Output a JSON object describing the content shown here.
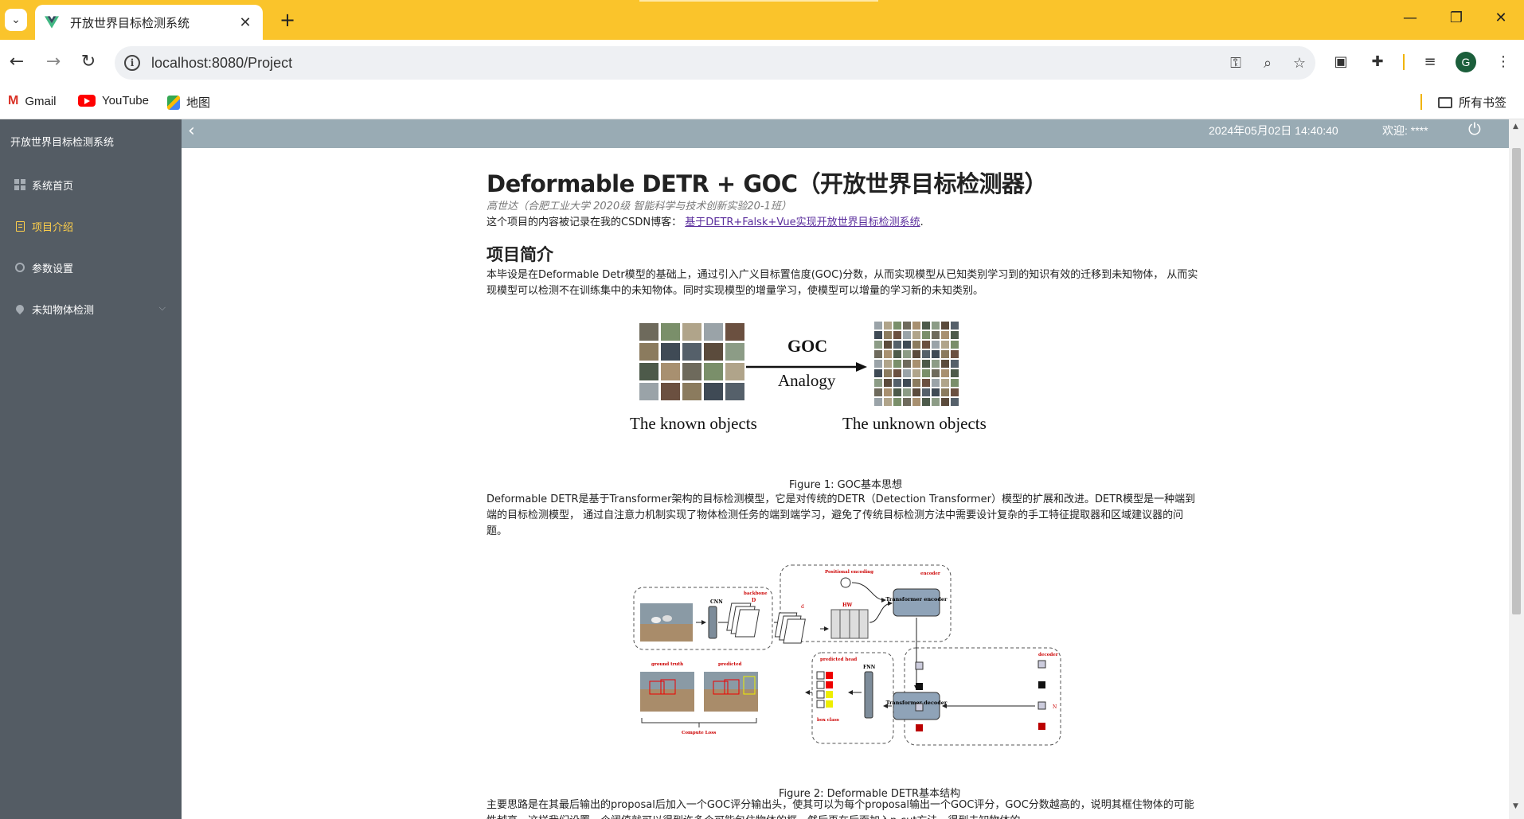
{
  "browser": {
    "tab_title": "开放世界目标检测系统",
    "url": "localhost:8080/Project",
    "avatar_letter": "G",
    "bookmarks": [
      {
        "label": "Gmail",
        "icon": "gmail-icon"
      },
      {
        "label": "YouTube",
        "icon": "youtube-icon"
      },
      {
        "label": "地图",
        "icon": "maps-icon"
      }
    ],
    "all_bookmarks_label": "所有书签"
  },
  "sidebar": {
    "brand": "开放世界目标检测系统",
    "items": [
      {
        "label": "系统首页",
        "icon": "grid-icon",
        "active": false
      },
      {
        "label": "项目介绍",
        "icon": "document-icon",
        "active": true
      },
      {
        "label": "参数设置",
        "icon": "gear-icon",
        "active": false
      },
      {
        "label": "未知物体检测",
        "icon": "location-icon",
        "active": false
      }
    ],
    "active_color": "#ffd04b",
    "background": "#545c64"
  },
  "topbar": {
    "datetime": "2024年05月02日 14:40:40",
    "welcome": "欢迎: ****",
    "background": "#99abb4"
  },
  "article": {
    "title": "Deformable DETR + GOC（开放世界目标检测器）",
    "author": "高世达（合肥工业大学 2020级 智能科学与技术创新实验20-1班）",
    "csdn_prefix": "这个项目的内容被记录在我的CSDN博客：",
    "csdn_link": "基于DETR+Falsk+Vue实现开放世界目标检测系统",
    "csdn_suffix": ".",
    "section_title": "项目简介",
    "intro": "本毕设是在Deformable Detr模型的基础上，通过引入广义目标置信度(GOC)分数，从而实现模型从已知类别学习到的知识有效的迁移到未知物体， 从而实现模型可以检测不在训练集中的未知物体。同时实现模型的增量学习，使模型可以增量的学习新的未知类别。",
    "figure1": {
      "goc_label": "GOC",
      "analogy_label": "Analogy",
      "known_label": "The known objects",
      "unknown_label": "The unknown objects",
      "caption": "Figure 1: GOC基本思想"
    },
    "detr_paragraph": "Deformable DETR是基于Transformer架构的目标检测模型，它是对传统的DETR（Detection Transformer）模型的扩展和改进。DETR模型是一种端到端的目标检测模型， 通过自注意力机制实现了物体检测任务的端到端学习，避免了传统目标检测方法中需要设计复杂的手工特征提取器和区域建议器的问题。",
    "figure2": {
      "positional_encoding": "Positional encoding",
      "encoder": "encoder",
      "backbone": "backbone",
      "cnn": "CNN",
      "d_upper": "D",
      "d_lower": "d",
      "hw": "HW",
      "transformer_encoder": "Transformer encoder",
      "transformer_decoder": "Transformer decoder",
      "decoder": "decoder",
      "predicted_head": "predicted head",
      "ffn": "FNN",
      "ground_truth": "ground truth",
      "predicted": "predicted",
      "box_class": "box class",
      "compute_loss": "Compute Loss",
      "n_label": "N",
      "caption": "Figure 2: Deformable DETR基本结构"
    },
    "main_idea": "主要思路是在其最后输出的proposal后加入一个GOC评分输出头，使其可以为每个proposal输出一个GOC评分，GOC分数越高的，说明其框住物体的可能性越高，这样我们设置一个阈值就可以得到许多个可能包住物体的框，然后再在后面加入n-cut方法，得到未知物体的"
  }
}
